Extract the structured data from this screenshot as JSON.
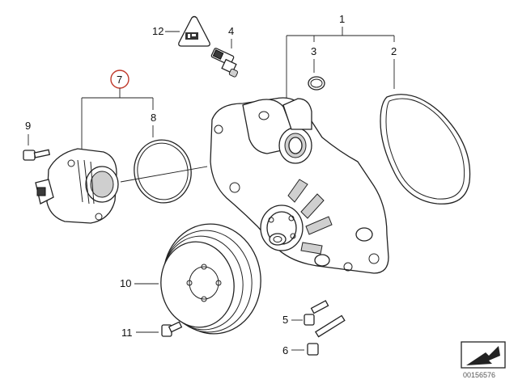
{
  "callouts": {
    "c1": "1",
    "c2": "2",
    "c3": "3",
    "c4": "4",
    "c5": "5",
    "c6": "6",
    "c7": "7",
    "c8": "8",
    "c9": "9",
    "c10": "10",
    "c11": "11",
    "c12": "12"
  },
  "highlight_color": "#c0392b",
  "document_number": "00156576",
  "icons": {
    "warning_label": "warning-label-icon",
    "navigation": "arrow-nav-icon"
  }
}
